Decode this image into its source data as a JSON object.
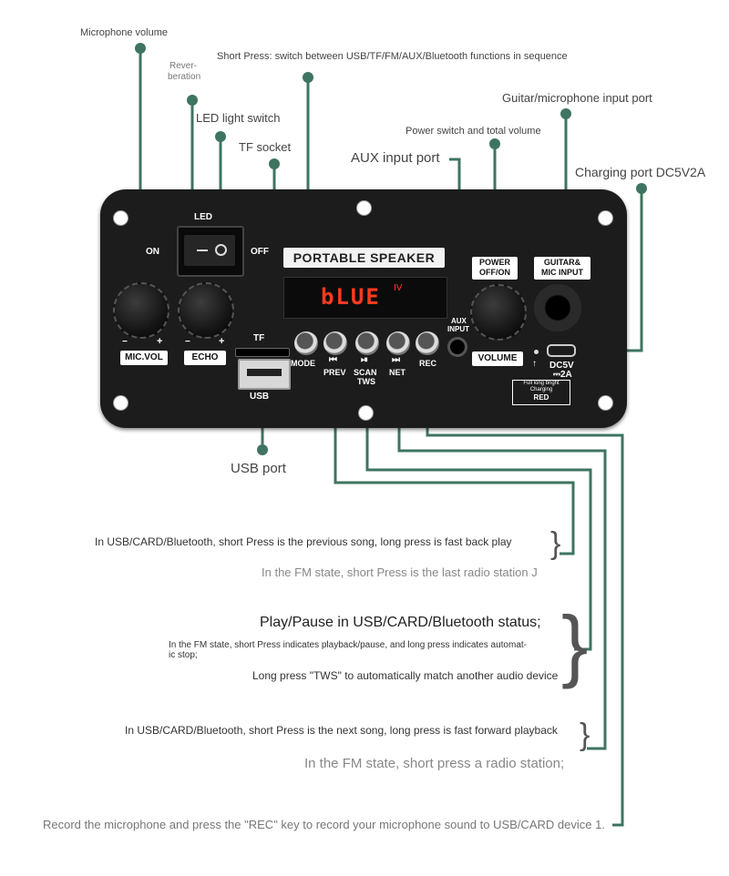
{
  "annotations": {
    "mic_volume": "Microphone volume",
    "reverb_line1": "Rever-",
    "reverb_line2": "beration",
    "led_switch": "LED light switch",
    "tf_socket": "TF socket",
    "mode_short_press": "Short Press: switch between USB/TF/FM/AUX/Bluetooth functions in sequence",
    "aux_input_port": "AUX input port",
    "power_switch": "Power switch and total volume",
    "guitar_mic_port": "Guitar/microphone input port",
    "charging_port": "Charging port DC5V2A",
    "usb_port": "USB port"
  },
  "panel": {
    "led": "LED",
    "on": "ON",
    "off": "OFF",
    "title": "PORTABLE SPEAKER",
    "display": "bLUE",
    "display_suffix": "IV",
    "mic_vol_minus": "−",
    "mic_vol_plus": "+",
    "mic_vol": "MIC.VOL",
    "echo_minus": "−",
    "echo_plus": "+",
    "echo": "ECHO",
    "tf": "TF",
    "usb": "USB",
    "mode": "MODE",
    "prev_icon": "⏮",
    "prev": "PREV",
    "play_icon": "⏯",
    "scan": "SCAN",
    "tws": "TWS",
    "next_icon": "⏭",
    "next": "NET",
    "rec": "REC",
    "aux_line1": "AUX",
    "aux_line2": "INPUT",
    "power_line1": "POWER",
    "power_line2": "OFF/ON",
    "volume": "VOLUME",
    "guitar_line1": "GUITAR&",
    "guitar_line2": "MIC INPUT",
    "dc_line1": "DC5V",
    "dc_line2": "⎓2A",
    "charge_note_line1": "Full long bright",
    "charge_note_line2": "Charging",
    "charge_note_color": "RED"
  },
  "descriptions": {
    "prev_line1": "In USB/CARD/Bluetooth, short Press is the previous song, long press is fast back play",
    "prev_line2": "In the FM state, short Press is the last radio station J",
    "play_title": "Play/Pause in USB/CARD/Bluetooth status;",
    "play_fm_line1": "In the FM state, short Press indicates playback/pause, and long press indicates automat-",
    "play_fm_line2": "ic stop;",
    "play_tws": "Long press \"TWS\" to automatically match another audio device",
    "next_line1": "In USB/CARD/Bluetooth, short Press is the next song, long press is fast forward playback",
    "next_line2": "In the FM state, short press a radio station;",
    "rec_line": "Record the microphone and press the \"REC\" key to record your microphone sound to USB/CARD device 1."
  },
  "colors": {
    "leader": "#3e7560",
    "panel": "#1c1c1c",
    "display_digits": "#ff3b1f"
  }
}
